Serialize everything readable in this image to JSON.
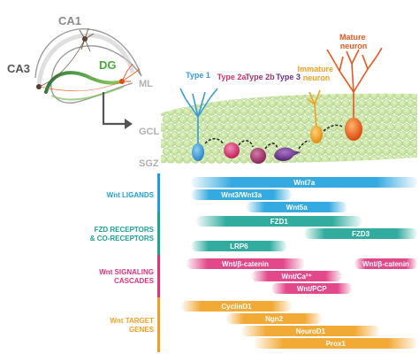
{
  "regions": {
    "ca1": "CA1",
    "ca3": "CA3",
    "dg": "DG",
    "ml": "ML",
    "gcl": "GCL",
    "sgz": "SGZ"
  },
  "cell_types": [
    {
      "label": "Type 1",
      "color": "#3a9bd5"
    },
    {
      "label": "Type 2a",
      "color": "#d6336c"
    },
    {
      "label": "Type 2b",
      "color": "#a0306a"
    },
    {
      "label": "Type 3",
      "color": "#6b2f8a"
    },
    {
      "label": "Immature neuron",
      "lines": [
        "Immature",
        "neuron"
      ],
      "color": "#f0a020"
    },
    {
      "label": "Mature neuron",
      "lines": [
        "Mature",
        "neuron"
      ],
      "color": "#e8571e"
    }
  ],
  "groups": [
    {
      "title_lines": [
        "Wnt LIGANDS"
      ],
      "color": "#1ea0dc",
      "bars": [
        {
          "label": "Wnt7a",
          "start": 0.1,
          "end": 1.0
        },
        {
          "label": "Wnt3/Wnt3a",
          "start": 0.1,
          "end": 0.5
        },
        {
          "label": "Wnt5a",
          "start": 0.32,
          "end": 0.72
        }
      ]
    },
    {
      "title_lines": [
        "FZD RECEPTORS",
        "& CO-RECEPTORS"
      ],
      "color": "#1aa394",
      "bars": [
        {
          "label": "FZD1",
          "start": 0.12,
          "end": 0.78
        },
        {
          "label": "FZD3",
          "start": 0.55,
          "end": 1.0
        },
        {
          "label": "LRP6",
          "start": 0.1,
          "end": 0.48
        }
      ]
    },
    {
      "title_lines": [
        "Wnt SIGNALING",
        "CASCADES"
      ],
      "color": "#e0337d",
      "bars": [
        {
          "label": "Wnt/β-catenin",
          "start": 0.08,
          "end": 0.55
        },
        {
          "label": "Wnt/β-catenin",
          "start": 0.75,
          "end": 1.0
        },
        {
          "label": "Wnt/Ca²⁺",
          "start": 0.34,
          "end": 0.7
        },
        {
          "label": "Wnt/PCP",
          "start": 0.42,
          "end": 0.74
        }
      ]
    },
    {
      "title_lines": [
        "Wnt TARGET",
        "GENES"
      ],
      "color": "#f0a020",
      "bars": [
        {
          "label": "CyclinD1",
          "start": 0.06,
          "end": 0.5
        },
        {
          "label": "Ngn2",
          "start": 0.24,
          "end": 0.62
        },
        {
          "label": "NeuroD1",
          "start": 0.3,
          "end": 0.85
        },
        {
          "label": "Prox1",
          "start": 0.35,
          "end": 1.0
        }
      ]
    }
  ]
}
